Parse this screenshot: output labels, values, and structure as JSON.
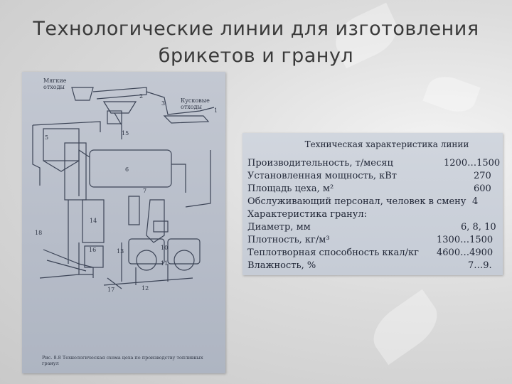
{
  "slide": {
    "title_line1": "Технологические линии для изготовления",
    "title_line2": "брикетов и гранул"
  },
  "scheme": {
    "labels": {
      "top_left": "Мягкие\nотходы",
      "top_right": "Кусковые\nотходы",
      "n1": "1",
      "n2": "2",
      "n3": "3",
      "n5": "5",
      "n6": "6",
      "n7": "7",
      "n10": "10",
      "n11": "11",
      "n12": "12",
      "n13": "13",
      "n14": "14",
      "n15": "15",
      "n16": "16",
      "n17": "17",
      "n18": "18"
    },
    "caption": "Рис. 8.8  Технологическая схема цеха по производству топливных гранул"
  },
  "spec_table": {
    "title": "Техническая характеристика линии",
    "rows": [
      {
        "label": "Производительность, т/месяц",
        "value": "1200…1500"
      },
      {
        "label": "Установленная мощность, кВт",
        "value": "270"
      },
      {
        "label": "Площадь цеха, м²",
        "value": "600"
      },
      {
        "label": "Обслуживающий персонал, человек в смену",
        "value": "4"
      },
      {
        "label": "Характеристика гранул:",
        "value": ""
      },
      {
        "label": "Диаметр, мм",
        "value": "6, 8, 10"
      },
      {
        "label": "Плотность, кг/м³",
        "value": "1300…1500"
      },
      {
        "label": "Теплотворная способность ккал/кг",
        "value": "4600…4900"
      },
      {
        "label": "Влажность, %",
        "value": "7…9."
      }
    ]
  }
}
